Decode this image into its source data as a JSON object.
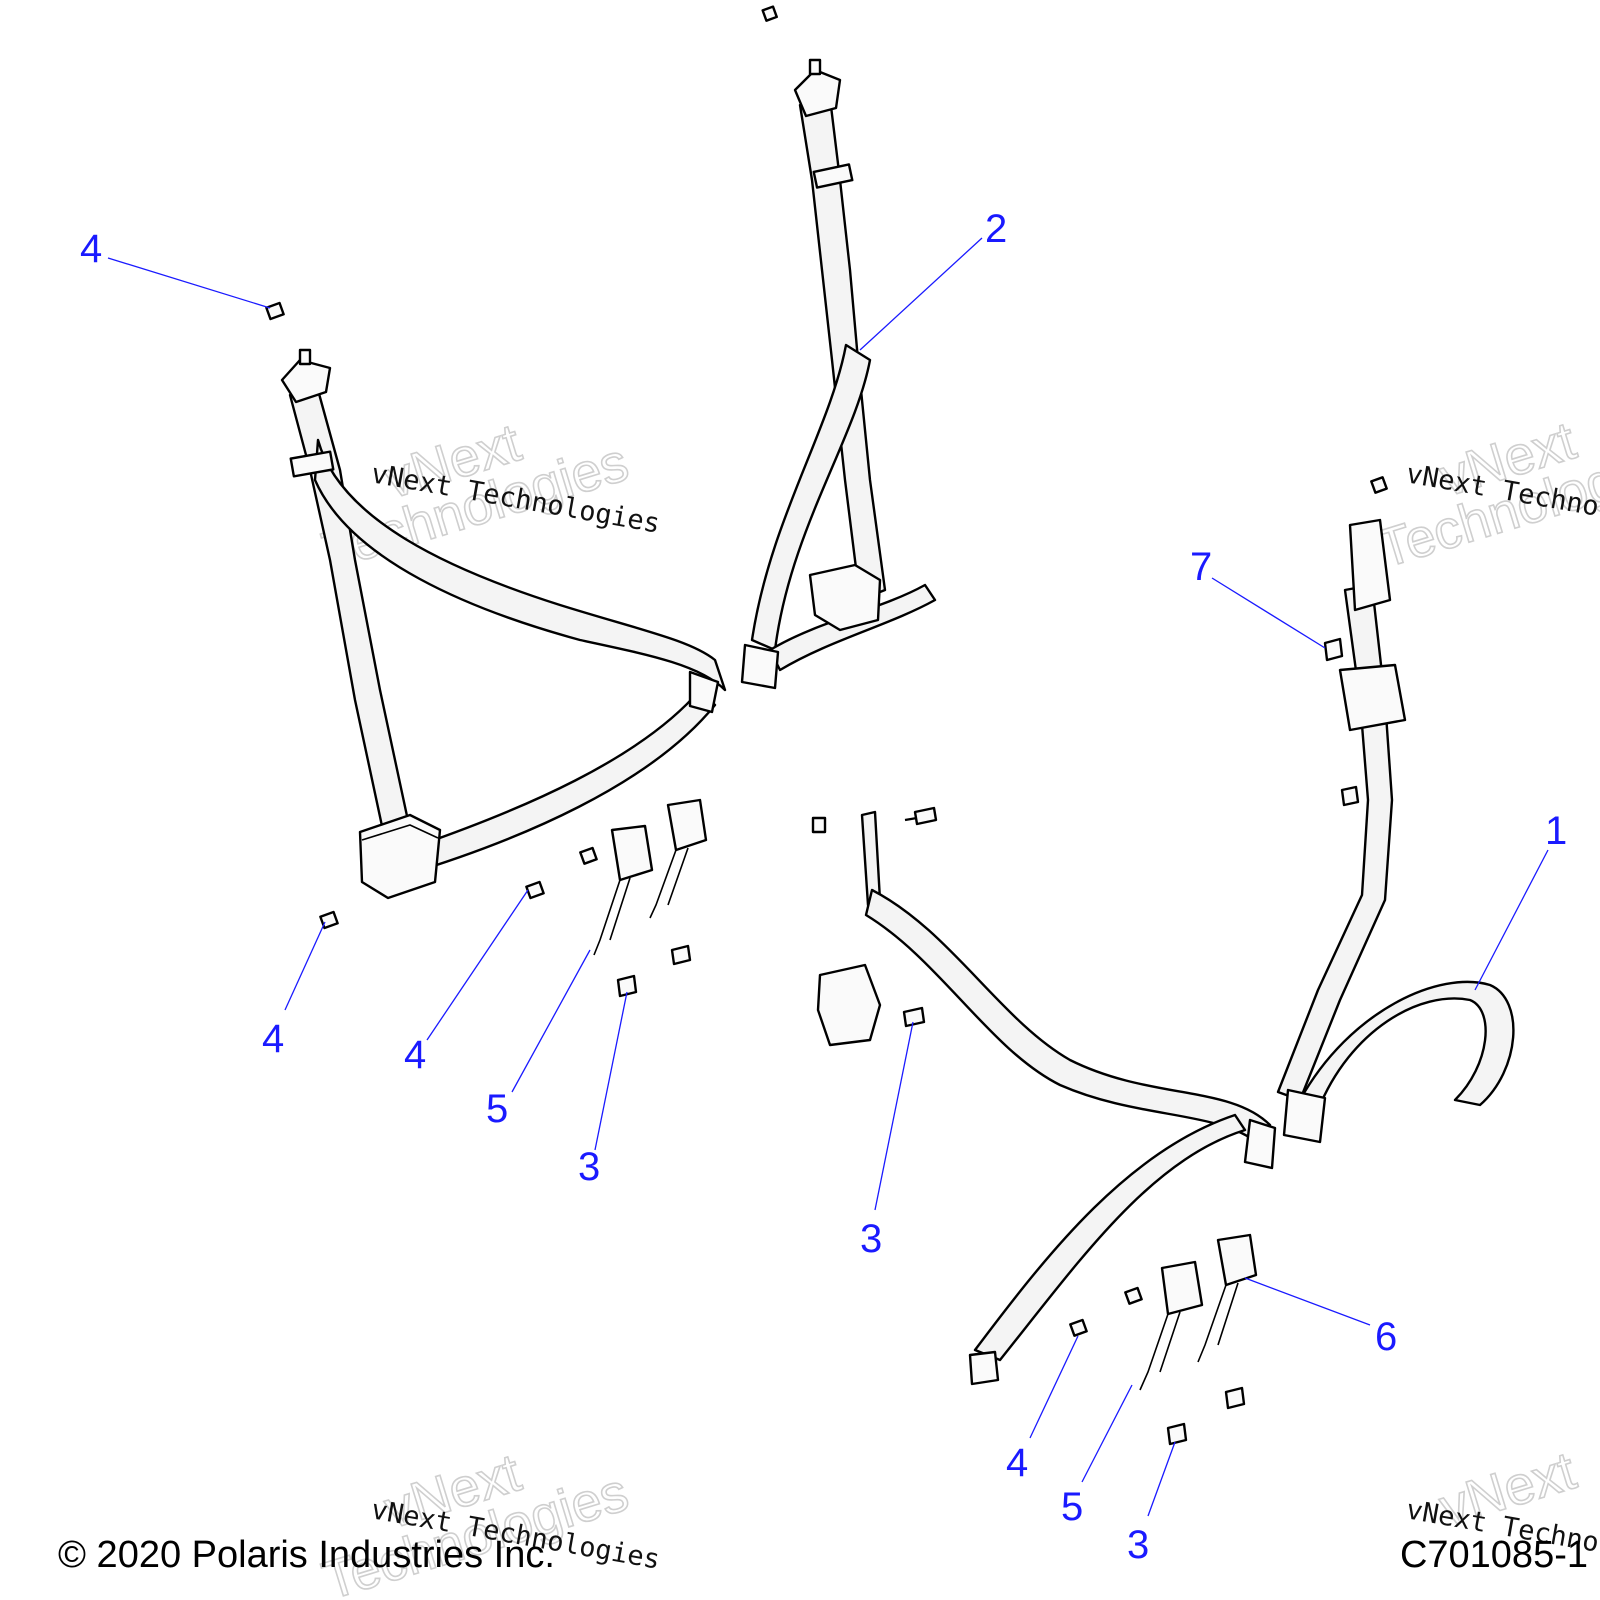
{
  "watermark": {
    "big_line1": "vNext",
    "big_line2": "Technologies",
    "small": "vNext Technologies",
    "small_clipped": "vNext Techno"
  },
  "callouts": {
    "c1": "1",
    "c2": "2",
    "c3a": "3",
    "c3b": "3",
    "c3c": "3",
    "c4a": "4",
    "c4b": "4",
    "c4c": "4",
    "c4d": "4",
    "c5a": "5",
    "c5b": "5",
    "c6": "6",
    "c7": "7"
  },
  "footer": {
    "copyright": "© 2020 Polaris Industries Inc.",
    "figure_id": "C701085-1"
  },
  "colors": {
    "callout": "#1a1aff"
  }
}
